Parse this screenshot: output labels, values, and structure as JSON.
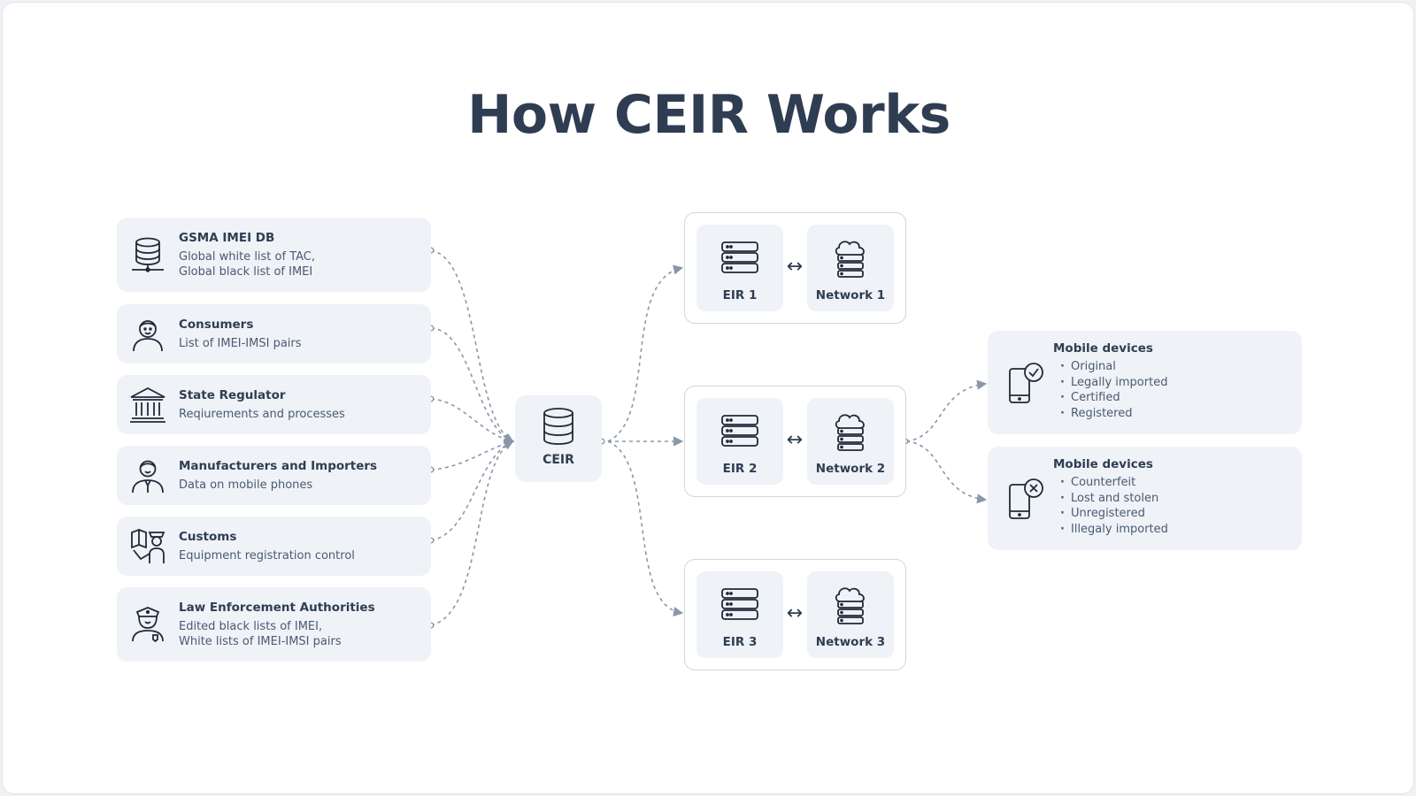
{
  "title": "How CEIR Works",
  "sources": [
    {
      "name": "GSMA IMEI DB",
      "desc": [
        "Global white list of TAC,",
        "Global black list of IMEI"
      ],
      "icon": "database-network-icon"
    },
    {
      "name": "Consumers",
      "desc": [
        "List of IMEI-IMSI pairs"
      ],
      "icon": "person-icon"
    },
    {
      "name": "State Regulator",
      "desc": [
        "Reqiurements and processes"
      ],
      "icon": "government-building-icon"
    },
    {
      "name": "Manufacturers and Importers",
      "desc": [
        "Data on mobile phones"
      ],
      "icon": "businessman-icon"
    },
    {
      "name": "Customs",
      "desc": [
        "Equipment registration control"
      ],
      "icon": "customs-officer-icon"
    },
    {
      "name": "Law Enforcement Authorities",
      "desc": [
        "Edited black lists of IMEI,",
        "White lists of IMEI-IMSI pairs"
      ],
      "icon": "police-officer-icon"
    }
  ],
  "ceir": {
    "label": "CEIR",
    "icon": "database-icon"
  },
  "networks": [
    {
      "eir": "EIR 1",
      "network": "Network 1",
      "arrow": "↔"
    },
    {
      "eir": "EIR 2",
      "network": "Network 2",
      "arrow": "↔"
    },
    {
      "eir": "EIR 3",
      "network": "Network 3",
      "arrow": "↔"
    }
  ],
  "devices": [
    {
      "name": "Mobile devices",
      "items": [
        "Original",
        "Legally imported",
        "Certified",
        "Registered"
      ],
      "icon": "phone-check-icon"
    },
    {
      "name": "Mobile devices",
      "items": [
        "Counterfeit",
        "Lost and stolen",
        "Unregistered",
        "Illegaly imported"
      ],
      "icon": "phone-cross-icon"
    }
  ],
  "colors": {
    "title": "#2f3d52",
    "card": "#eff2f7",
    "connector": "#8a97a8",
    "text": "#2f3d52"
  }
}
